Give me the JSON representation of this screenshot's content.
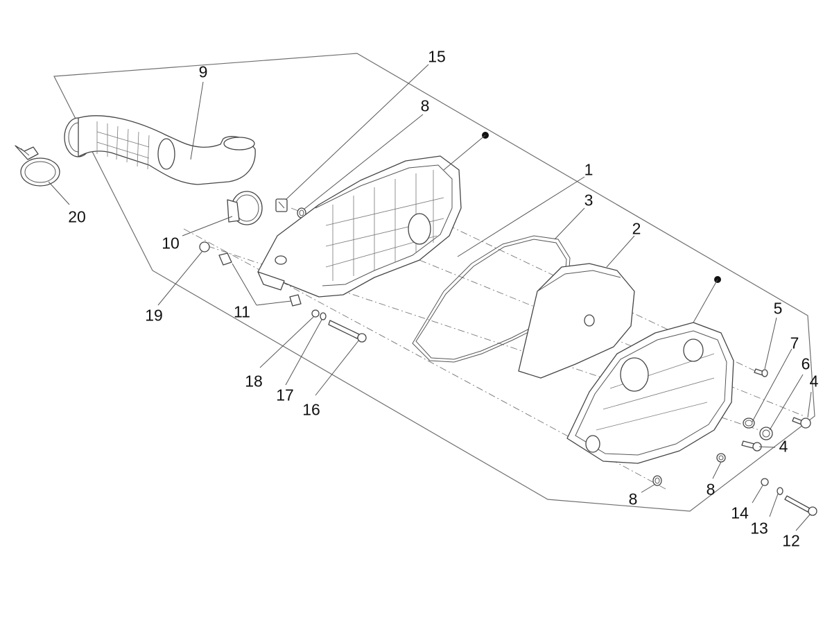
{
  "diagram": {
    "labels": [
      {
        "id": "label-1",
        "text": "1"
      },
      {
        "id": "label-2",
        "text": "2"
      },
      {
        "id": "label-3",
        "text": "3"
      },
      {
        "id": "label-4a",
        "text": "4"
      },
      {
        "id": "label-4b",
        "text": "4"
      },
      {
        "id": "label-5",
        "text": "5"
      },
      {
        "id": "label-6",
        "text": "6"
      },
      {
        "id": "label-7",
        "text": "7"
      },
      {
        "id": "label-8a",
        "text": "8"
      },
      {
        "id": "label-8b",
        "text": "8"
      },
      {
        "id": "label-8c",
        "text": "8"
      },
      {
        "id": "label-9",
        "text": "9"
      },
      {
        "id": "label-10",
        "text": "10"
      },
      {
        "id": "label-11",
        "text": "11"
      },
      {
        "id": "label-12",
        "text": "12"
      },
      {
        "id": "label-13",
        "text": "13"
      },
      {
        "id": "label-14",
        "text": "14"
      },
      {
        "id": "label-15",
        "text": "15"
      },
      {
        "id": "label-16",
        "text": "16"
      },
      {
        "id": "label-17",
        "text": "17"
      },
      {
        "id": "label-18",
        "text": "18"
      },
      {
        "id": "label-19",
        "text": "19"
      },
      {
        "id": "label-20",
        "text": "20"
      }
    ]
  }
}
